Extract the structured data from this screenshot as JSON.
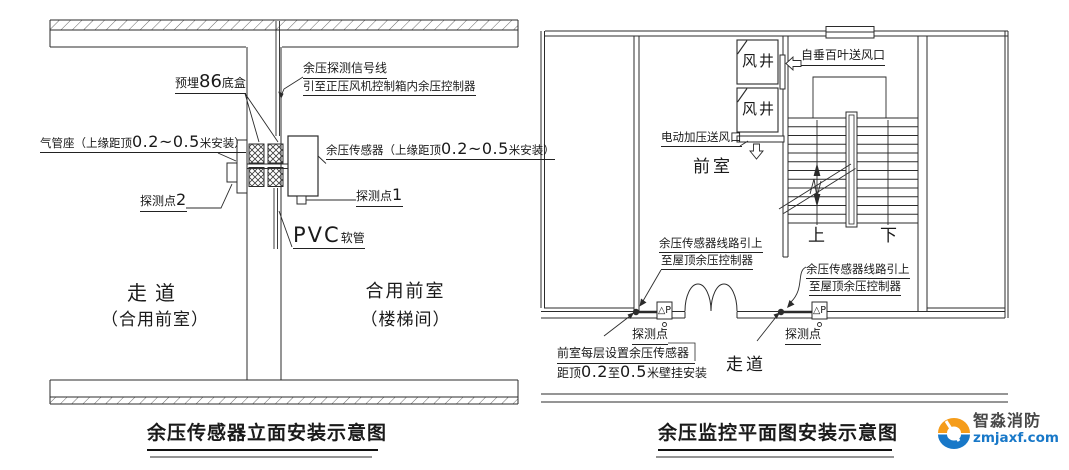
{
  "left": {
    "title": "余压传感器立面安装示意图",
    "signal1": "余压探测信号线",
    "signal2": "引至正压风机控制箱内余压控制器",
    "embed_pre": "预埋",
    "embed_num": "86",
    "embed_suf": "底盒",
    "tube_pre": "气管座（上缘距顶",
    "tube_num": "0.2~0.5",
    "tube_suf": "米安装）",
    "sensor_pre": "余压传感器（上缘距顶",
    "sensor_num": "0.2~0.5",
    "sensor_suf": "米安装）",
    "point_pre": "探测点",
    "point2_num": "2",
    "point1_num": "1",
    "pvc_big": "PVC",
    "pvc_small": "软管",
    "room_l1": "走道",
    "room_l2": "（合用前室）",
    "room_r1": "合用前室",
    "room_r2": "（楼梯间）"
  },
  "right": {
    "title": "余压监控平面图安装示意图",
    "shaft": "风井",
    "louver": "自垂百叶送风口",
    "motor_vent": "电动加压送风口",
    "front_room": "前室",
    "up": "上",
    "down": "下",
    "wire1": "余压传感器线路引上",
    "wire2": "至屋顶余压控制器",
    "dp": "△P",
    "point": "探测点",
    "note1": "前室每层设置余压传感器",
    "note2_pre": "距顶",
    "note2_n1": "0.2",
    "note2_mid": "至",
    "note2_n2": "0.5",
    "note2_suf": "米壁挂安装",
    "corridor": "走道"
  },
  "logo": {
    "name": "智淼消防",
    "site": "zmjaxf.com"
  },
  "colors": {
    "line": "#2b2b2b",
    "text": "#1a1a1a",
    "logo_orange": "#f59c1a",
    "logo_blue": "#1878c8"
  }
}
